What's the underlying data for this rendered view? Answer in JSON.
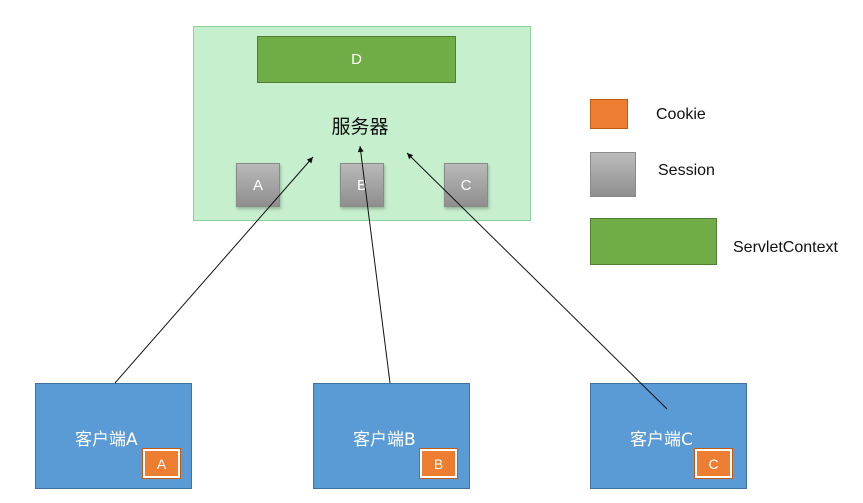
{
  "server": {
    "context_label": "D",
    "label": "服务器",
    "sessions": [
      "A",
      "B",
      "C"
    ]
  },
  "clients": [
    {
      "label": "客户端A",
      "cookie": "A"
    },
    {
      "label": "客户端B",
      "cookie": "B"
    },
    {
      "label": "客户端C",
      "cookie": "C"
    }
  ],
  "legend": {
    "cookie": "Cookie",
    "session": "Session",
    "context": "ServletContext"
  },
  "colors": {
    "cookie": "#ed7d31",
    "session": "#a6a6a6",
    "servlet_context": "#70ad47",
    "server_background": "#c6efce",
    "client": "#5b9bd5"
  }
}
